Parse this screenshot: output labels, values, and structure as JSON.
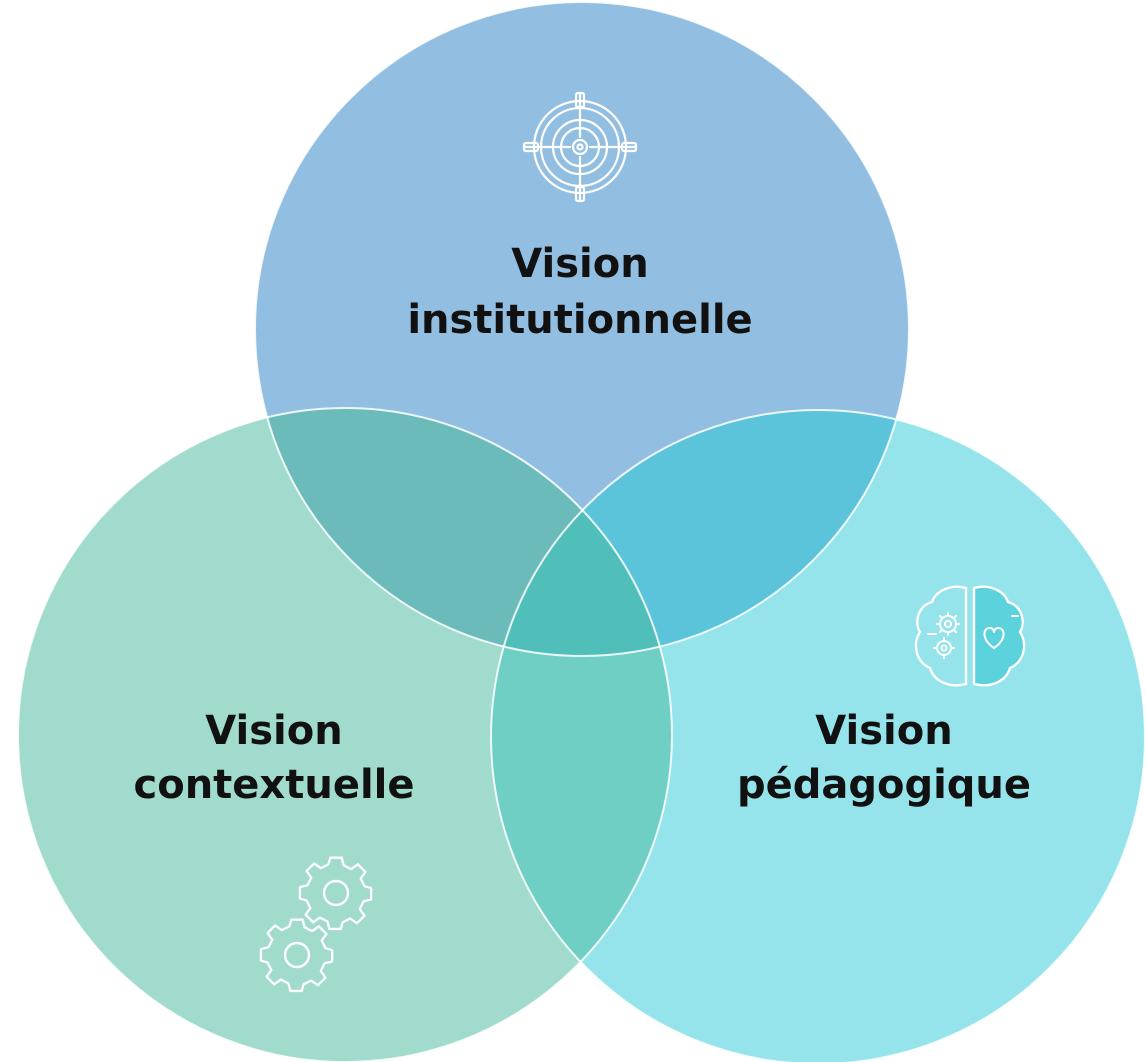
{
  "diagram": {
    "circles": [
      {
        "id": "institutionnelle",
        "line1": "Vision",
        "line2": "institutionnelle",
        "color": "#92bfe1",
        "icon": "target-icon"
      },
      {
        "id": "contextuelle",
        "line1": "Vision",
        "line2": "contextuelle",
        "color": "#a0dbce",
        "icon": "gears-icon"
      },
      {
        "id": "pedagogique",
        "line1": "Vision",
        "line2": "pédagogique",
        "color": "#95e4eb",
        "icon": "brain-gears-heart-icon"
      }
    ],
    "overlap_colors": {
      "institutionnelle_contextuelle": "#6cbbbb",
      "institutionnelle_pedagogique": "#5cc4da",
      "contextuelle_pedagogique": "#6fcfc4",
      "center": "#50bfba"
    }
  }
}
